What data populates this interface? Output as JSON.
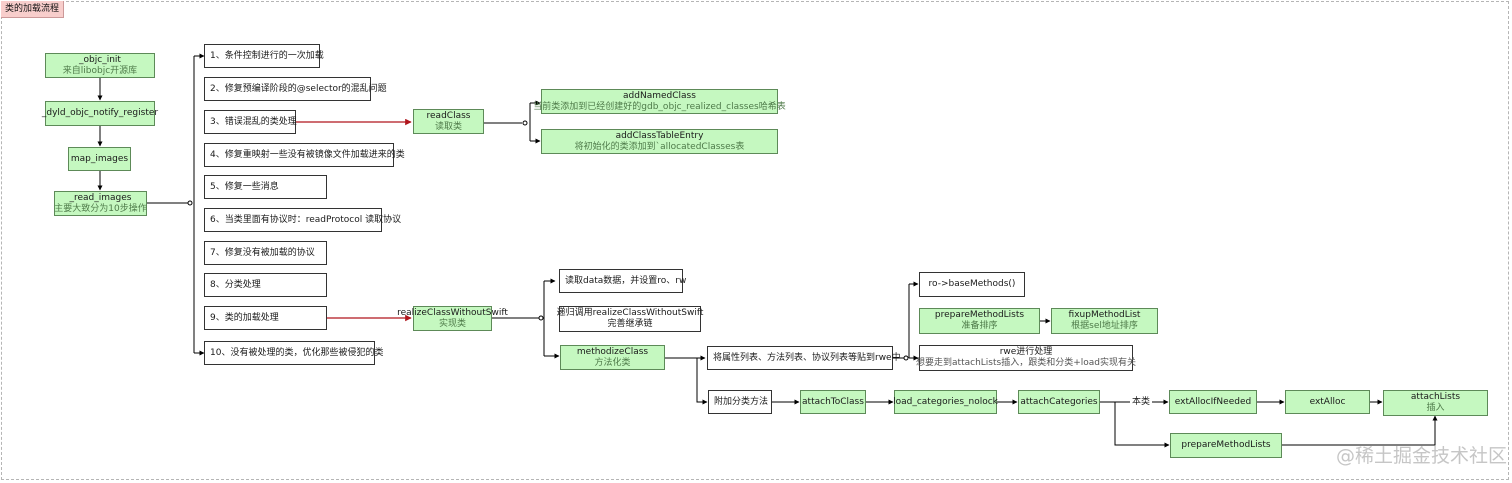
{
  "title": "类的加载流程",
  "nodes": {
    "objc_init": {
      "name": "_objc_init",
      "sub": "来自libobjc开源库"
    },
    "dyld_register": {
      "name": "_dyld_objc_notify_register"
    },
    "map_images": {
      "name": "map_images"
    },
    "read_images": {
      "name": "_read_images",
      "sub": "主要大致分为10步操作"
    },
    "step1": {
      "name": "1、条件控制进行的一次加载"
    },
    "step2": {
      "name": "2、修复预编译阶段的@selector的混乱问题"
    },
    "step3": {
      "name": "3、错误混乱的类处理"
    },
    "step4": {
      "name": "4、修复重映射一些没有被镜像文件加载进来的类"
    },
    "step5": {
      "name": "5、修复一些消息"
    },
    "step6": {
      "name": "6、当类里面有协议时：readProtocol 读取协议"
    },
    "step7": {
      "name": "7、修复没有被加载的协议"
    },
    "step8": {
      "name": "8、分类处理"
    },
    "step9": {
      "name": "9、类的加载处理"
    },
    "step10": {
      "name": "10、没有被处理的类，优化那些被侵犯的类"
    },
    "readClass": {
      "name": "readClass",
      "sub": "读取类"
    },
    "addNamedClass": {
      "name": "addNamedClass",
      "sub": "当前类添加到已经创建好的gdb_objc_realized_classes哈希表"
    },
    "addClassTableEntry": {
      "name": "addClassTableEntry",
      "sub": "将初始化的类添加到`allocatedClasses表"
    },
    "realizeClassWithoutSwift": {
      "name": "realizeClassWithoutSwift",
      "sub": "实现类"
    },
    "read_data": {
      "name": "读取data数据，并设置ro、rw"
    },
    "recursive_call": {
      "name": "递归调用realizeClassWithoutSwift",
      "sub": "完善继承链"
    },
    "methodizeClass": {
      "name": "methodizeClass",
      "sub": "方法化类"
    },
    "attach_lists_rwe": {
      "name": "将属性列表、方法列表、协议列表等贴到rwe中"
    },
    "ro_baseMethods": {
      "name": "ro->baseMethods()"
    },
    "prepareMethodLists_1": {
      "name": "prepareMethodLists",
      "sub": "准备排序"
    },
    "fixupMethodList": {
      "name": "fixupMethodList",
      "sub": "根据sel地址排序"
    },
    "rwe_process": {
      "name": "rwe进行处理",
      "sub": "想要走到attachLists插入，跟类和分类+load实现有关"
    },
    "attach_category_methods": {
      "name": "附加分类方法"
    },
    "attachToClass": {
      "name": "attachToClass"
    },
    "load_categories_nolock": {
      "name": "load_categories_nolock"
    },
    "attachCategories": {
      "name": "attachCategories"
    },
    "extAllocIfNeeded": {
      "name": "extAllocIfNeeded"
    },
    "extAlloc": {
      "name": "extAlloc"
    },
    "attachLists": {
      "name": "attachLists",
      "sub": "插入"
    },
    "prepareMethodLists_2": {
      "name": "prepareMethodLists"
    }
  },
  "edge_labels": {
    "benlei": "本类"
  },
  "colors": {
    "green_fill": "#c5f8c0",
    "green_border": "#5d8a58",
    "red_arrow": "#b0151c",
    "title_fill": "#f8cecc"
  },
  "watermark": "@稀土掘金技术社区"
}
